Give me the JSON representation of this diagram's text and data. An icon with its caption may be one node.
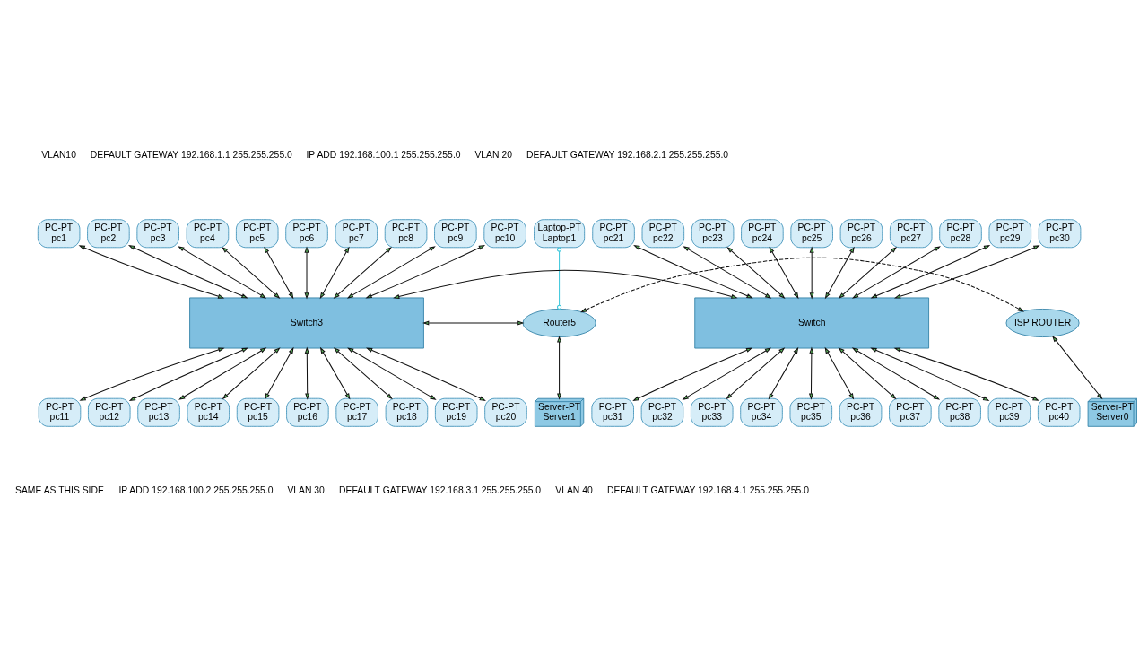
{
  "diagram": {
    "nodes": [
      {
        "text": [
          "PC-PT",
          "pc1"
        ]
      },
      {
        "text": [
          "PC-PT",
          "pc2"
        ]
      },
      {
        "text": [
          "PC-PT",
          "pc3"
        ]
      },
      {
        "text": [
          "PC-PT",
          "pc4"
        ]
      },
      {
        "text": [
          "PC-PT",
          "pc5"
        ]
      },
      {
        "text": [
          "PC-PT",
          "pc6"
        ]
      },
      {
        "text": [
          "PC-PT",
          "pc7"
        ]
      },
      {
        "text": [
          "PC-PT",
          "pc8"
        ]
      },
      {
        "text": [
          "PC-PT",
          "pc9"
        ]
      },
      {
        "text": [
          "PC-PT",
          "pc10"
        ]
      },
      {
        "text": [
          "PC-PT",
          "pc11"
        ]
      },
      {
        "text": [
          "PC-PT",
          "pc12"
        ]
      },
      {
        "text": [
          "PC-PT",
          "pc13"
        ]
      },
      {
        "text": [
          "PC-PT",
          "pc14"
        ]
      },
      {
        "text": [
          "PC-PT",
          "pc15"
        ]
      },
      {
        "text": [
          "PC-PT",
          "pc16"
        ]
      },
      {
        "text": [
          "PC-PT",
          "pc17"
        ]
      },
      {
        "text": [
          "PC-PT",
          "pc18"
        ]
      },
      {
        "text": [
          "PC-PT",
          "pc19"
        ]
      },
      {
        "text": [
          "PC-PT",
          "pc20"
        ]
      },
      {
        "text": [
          "Laptop-PT",
          "Laptop1"
        ]
      },
      {
        "text": [
          "Router5"
        ]
      },
      {
        "text": [
          "Server-PT",
          "Server1"
        ]
      },
      {
        "text": [
          "ISP ROUTER"
        ]
      },
      {
        "text": [
          "Server-PT",
          "Server0"
        ]
      },
      {
        "text": [
          "Switch3"
        ]
      },
      {
        "text": [
          "Switch"
        ]
      },
      {
        "text": [
          "PC-PT",
          "pc21"
        ]
      },
      {
        "text": [
          "PC-PT",
          "pc22"
        ]
      },
      {
        "text": [
          "PC-PT",
          "pc23"
        ]
      },
      {
        "text": [
          "PC-PT",
          "pc24"
        ]
      },
      {
        "text": [
          "PC-PT",
          "pc25"
        ]
      },
      {
        "text": [
          "PC-PT",
          "pc26"
        ]
      },
      {
        "text": [
          "PC-PT",
          "pc27"
        ]
      },
      {
        "text": [
          "PC-PT",
          "pc28"
        ]
      },
      {
        "text": [
          "PC-PT",
          "pc29"
        ]
      },
      {
        "text": [
          "PC-PT",
          "pc30"
        ]
      },
      {
        "text": [
          "PC-PT",
          "pc31"
        ]
      },
      {
        "text": [
          "PC-PT",
          "pc32"
        ]
      },
      {
        "text": [
          "PC-PT",
          "pc33"
        ]
      },
      {
        "text": [
          "PC-PT",
          "pc34"
        ]
      },
      {
        "text": [
          "PC-PT",
          "pc35"
        ]
      },
      {
        "text": [
          "PC-PT",
          "pc36"
        ]
      },
      {
        "text": [
          "PC-PT",
          "pc37"
        ]
      },
      {
        "text": [
          "PC-PT",
          "pc38"
        ]
      },
      {
        "text": [
          "PC-PT",
          "pc39"
        ]
      },
      {
        "text": [
          "PC-PT",
          "pc40"
        ]
      }
    ],
    "edges": [
      {
        "from": 0,
        "to": 25,
        "arrow": "both"
      },
      {
        "from": 1,
        "to": 25,
        "arrow": "both"
      },
      {
        "from": 2,
        "to": 25,
        "arrow": "both"
      },
      {
        "from": 3,
        "to": 25,
        "arrow": "both"
      },
      {
        "from": 4,
        "to": 25,
        "arrow": "both"
      },
      {
        "from": 5,
        "to": 25,
        "arrow": "both"
      },
      {
        "from": 6,
        "to": 25,
        "arrow": "both"
      },
      {
        "from": 7,
        "to": 25,
        "arrow": "both"
      },
      {
        "from": 8,
        "to": 25,
        "arrow": "both"
      },
      {
        "from": 9,
        "to": 25,
        "arrow": "both"
      },
      {
        "from": 25,
        "to": 10,
        "arrow": "both"
      },
      {
        "from": 25,
        "to": 11,
        "arrow": "both"
      },
      {
        "from": 25,
        "to": 12,
        "arrow": "both"
      },
      {
        "from": 25,
        "to": 13,
        "arrow": "both"
      },
      {
        "from": 25,
        "to": 14,
        "arrow": "both"
      },
      {
        "from": 25,
        "to": 15,
        "arrow": "both"
      },
      {
        "from": 25,
        "to": 16,
        "arrow": "both"
      },
      {
        "from": 25,
        "to": 17,
        "arrow": "both"
      },
      {
        "from": 25,
        "to": 18,
        "arrow": "both"
      },
      {
        "from": 25,
        "to": 19,
        "arrow": "both"
      },
      {
        "from": 20,
        "to": 21,
        "arrow": "other",
        "color": "#3cc8dc"
      },
      {
        "from": 25,
        "to": 21,
        "arrow": "both"
      },
      {
        "from": 21,
        "to": 23,
        "arrow": "both",
        "style": "dashed"
      },
      {
        "from": 21,
        "to": 22,
        "arrow": "both"
      },
      {
        "from": 23,
        "to": 24,
        "arrow": "both"
      },
      {
        "from": 25,
        "to": 26,
        "arrow": "both"
      },
      {
        "from": 27,
        "to": 26,
        "arrow": "both"
      },
      {
        "from": 28,
        "to": 26,
        "arrow": "both"
      },
      {
        "from": 29,
        "to": 26,
        "arrow": "both"
      },
      {
        "from": 30,
        "to": 26,
        "arrow": "both"
      },
      {
        "from": 31,
        "to": 26,
        "arrow": "both"
      },
      {
        "from": 32,
        "to": 26,
        "arrow": "both"
      },
      {
        "from": 33,
        "to": 26,
        "arrow": "both"
      },
      {
        "from": 34,
        "to": 26,
        "arrow": "both"
      },
      {
        "from": 35,
        "to": 26,
        "arrow": "both"
      },
      {
        "from": 36,
        "to": 26,
        "arrow": "both"
      },
      {
        "from": 26,
        "to": 37,
        "arrow": "both"
      },
      {
        "from": 26,
        "to": 38,
        "arrow": "both"
      },
      {
        "from": 26,
        "to": 39,
        "arrow": "both"
      },
      {
        "from": 26,
        "to": 40,
        "arrow": "both"
      },
      {
        "from": 26,
        "to": 41,
        "arrow": "both"
      },
      {
        "from": 26,
        "to": 42,
        "arrow": "both"
      },
      {
        "from": 26,
        "to": 43,
        "arrow": "both"
      },
      {
        "from": 26,
        "to": 44,
        "arrow": "both"
      },
      {
        "from": 26,
        "to": 45,
        "arrow": "both"
      },
      {
        "from": 26,
        "to": 46,
        "arrow": "both"
      }
    ],
    "labels": [
      "VLAN10",
      "DEFAULT GATEWAY 192.168.1.1 255.255.255.0",
      "IP ADD 192.168.100.1 255.255.255.0",
      "VLAN 20",
      "DEFAULT GATEWAY 192.168.2.1 255.255.255.0",
      "SAME AS THIS SIDE",
      "IP ADD 192.168.100.2 255.255.255.0",
      "VLAN 30",
      "DEFAULT GATEWAY 192.168.3.1 255.255.255.0",
      "VLAN 40",
      "DEFAULT GATEWAY 192.168.4.1 255.255.255.0"
    ]
  }
}
